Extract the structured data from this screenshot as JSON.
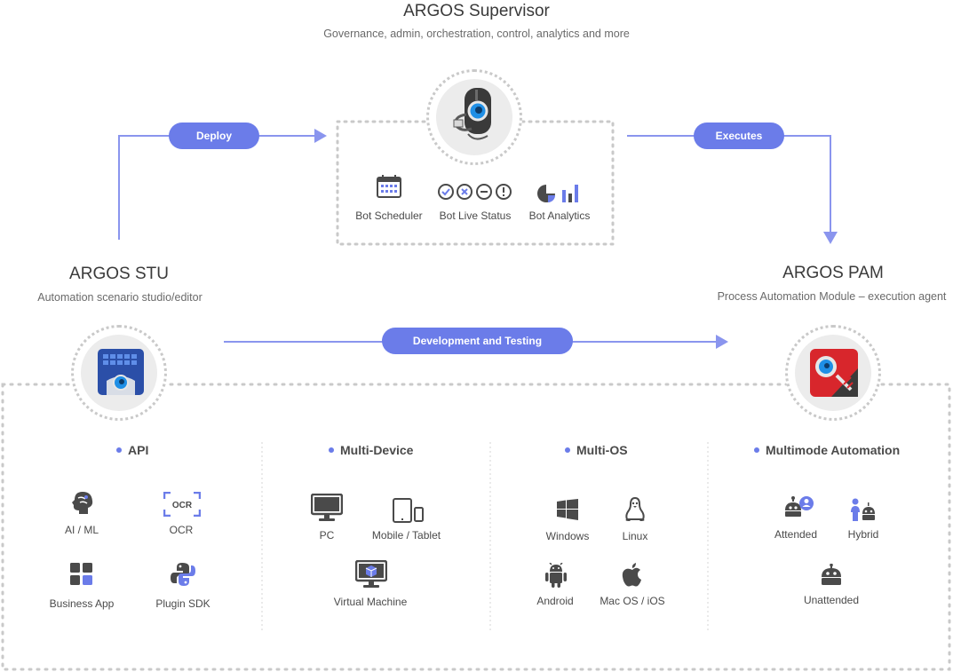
{
  "supervisor": {
    "title": "ARGOS Supervisor",
    "subtitle": "Governance, admin, orchestration, control, analytics and more",
    "features": [
      {
        "label": "Bot Scheduler",
        "icon": "calendar-icon"
      },
      {
        "label": "Bot Live Status",
        "icon": "status-icons"
      },
      {
        "label": "Bot Analytics",
        "icon": "analytics-icon"
      }
    ]
  },
  "stu": {
    "title": "ARGOS STU",
    "subtitle": "Automation scenario studio/editor"
  },
  "pam": {
    "title": "ARGOS PAM",
    "subtitle": "Process Automation Module – execution agent"
  },
  "flows": {
    "deploy": "Deploy",
    "executes": "Executes",
    "dev_testing": "Development and Testing"
  },
  "columns": [
    {
      "heading": "API",
      "items": [
        {
          "label": "AI / ML",
          "icon": "brain-icon"
        },
        {
          "label": "OCR",
          "icon": "ocr-icon",
          "icon_text": "OCR"
        },
        {
          "label": "Business App",
          "icon": "grid-apps-icon"
        },
        {
          "label": "Plugin SDK",
          "icon": "python-icon"
        }
      ]
    },
    {
      "heading": "Multi-Device",
      "items": [
        {
          "label": "PC",
          "icon": "monitor-icon"
        },
        {
          "label": "Mobile / Tablet",
          "icon": "tablet-phone-icon"
        },
        {
          "label": "Virtual Machine",
          "icon": "vm-monitor-icon"
        }
      ]
    },
    {
      "heading": "Multi-OS",
      "items": [
        {
          "label": "Windows",
          "icon": "windows-icon"
        },
        {
          "label": "Linux",
          "icon": "linux-icon"
        },
        {
          "label": "Android",
          "icon": "android-icon"
        },
        {
          "label": "Mac OS / iOS",
          "icon": "apple-icon"
        }
      ]
    },
    {
      "heading": "Multimode Automation",
      "items": [
        {
          "label": "Attended",
          "icon": "bot-person-icon"
        },
        {
          "label": "Hybrid",
          "icon": "person-bot-icon"
        },
        {
          "label": "Unattended",
          "icon": "bot-icon"
        }
      ]
    }
  ],
  "colors": {
    "accent": "#6b7ce9",
    "dots": "#c9c9c9",
    "icon": "#4a4a4a"
  }
}
